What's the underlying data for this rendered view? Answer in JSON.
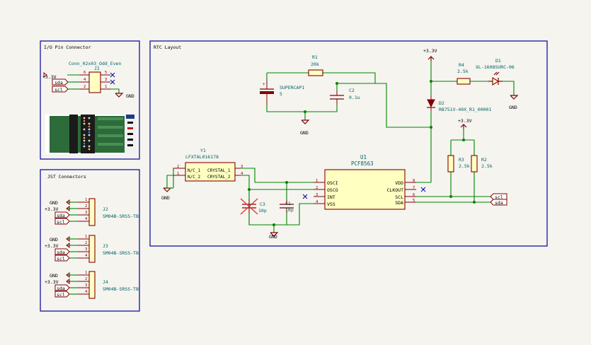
{
  "sheets": {
    "io": {
      "title": "I/O Pin Connector"
    },
    "rtc": {
      "title": "RTC Layout"
    },
    "jst": {
      "title": "JST Connectors"
    }
  },
  "j1": {
    "ref": "J1",
    "value": "Conn_02x03_Odd_Even",
    "pins": [
      "6",
      "5",
      "4",
      "3",
      "2",
      "1"
    ],
    "net_3v3": "+3.3V",
    "net_sda": "sda",
    "net_scl": "scl",
    "gnd": "GND"
  },
  "jst": {
    "value": "SM04B-SRSS-TB",
    "pins": [
      "1",
      "2",
      "3",
      "4"
    ],
    "gnd": "GND",
    "v": "+3.3V",
    "sda": "sda",
    "scl": "scl",
    "refs": [
      "J2",
      "J3",
      "J4"
    ]
  },
  "rtc": {
    "r1_ref": "R1",
    "r1_val": "20k",
    "c_super_ref": "SUPERCAP1",
    "c_super_val": "5",
    "c2_ref": "C2",
    "c2_val": "0.1u",
    "gnd": "GND",
    "v3": "+3.3V",
    "r4_ref": "R4",
    "r4_val": "2.5k",
    "d1_ref": "D1",
    "d1_val": "XL-1608SURC-06",
    "d2_ref": "D2",
    "d2_val": "RB751V-40X_R1_00001",
    "r3_ref": "R3",
    "r3_val": "2.5k",
    "r2_ref": "R2",
    "r2_val": "2.5k",
    "y1_ref": "Y1",
    "y1_val": "LFXTAL016178",
    "y1_pin_nc1": "N/C_1",
    "y1_pin_nc2": "N/C_2",
    "y1_pin_c1": "CRYSTAL_1",
    "y1_pin_c2": "CRYSTAL_2",
    "y1_pins": [
      "2",
      "1",
      "3",
      "4"
    ],
    "u1_ref": "U1",
    "u1_val": "PCF8563",
    "u1_left": [
      "OSCI",
      "OSCO",
      "INT",
      "VSS"
    ],
    "u1_left_nums": [
      "1",
      "2",
      "3",
      "4"
    ],
    "u1_right": [
      "VDD",
      "CLKOUT",
      "SCL",
      "SDA"
    ],
    "u1_right_nums": [
      "8",
      "7",
      "6",
      "5"
    ],
    "c3_ref": "C3",
    "c3_val": "10p",
    "c1_ref": "C1",
    "c1_val": "10p",
    "scl": "scl",
    "sda": "sda"
  }
}
